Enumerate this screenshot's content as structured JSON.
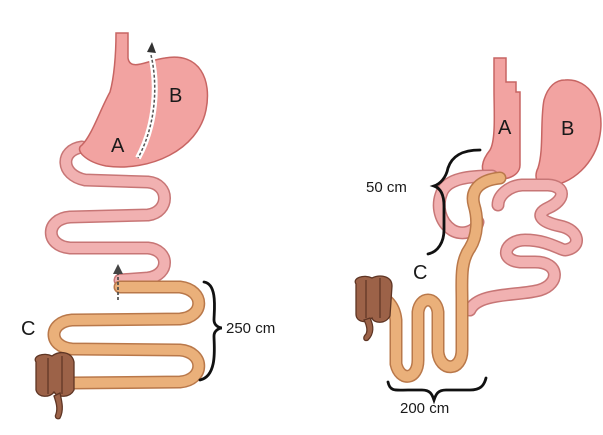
{
  "colors": {
    "stomach": "#f2a3a1",
    "stomach_edge": "#c76563",
    "jejunum": "#f1b1b1",
    "jejunum_edge": "#c77676",
    "limb": "#eab07a",
    "limb_edge": "#b9784a",
    "colon": "#9c6248",
    "colon_edge": "#5e3524",
    "label": "#1a1a1a"
  },
  "left_diagram": {
    "label_a": "A",
    "label_b": "B",
    "label_c": "C",
    "length_label": "250 cm"
  },
  "right_diagram": {
    "label_a": "A",
    "label_b": "B",
    "label_c": "C",
    "length_label_upper": "50 cm",
    "length_label_lower": "200 cm"
  }
}
